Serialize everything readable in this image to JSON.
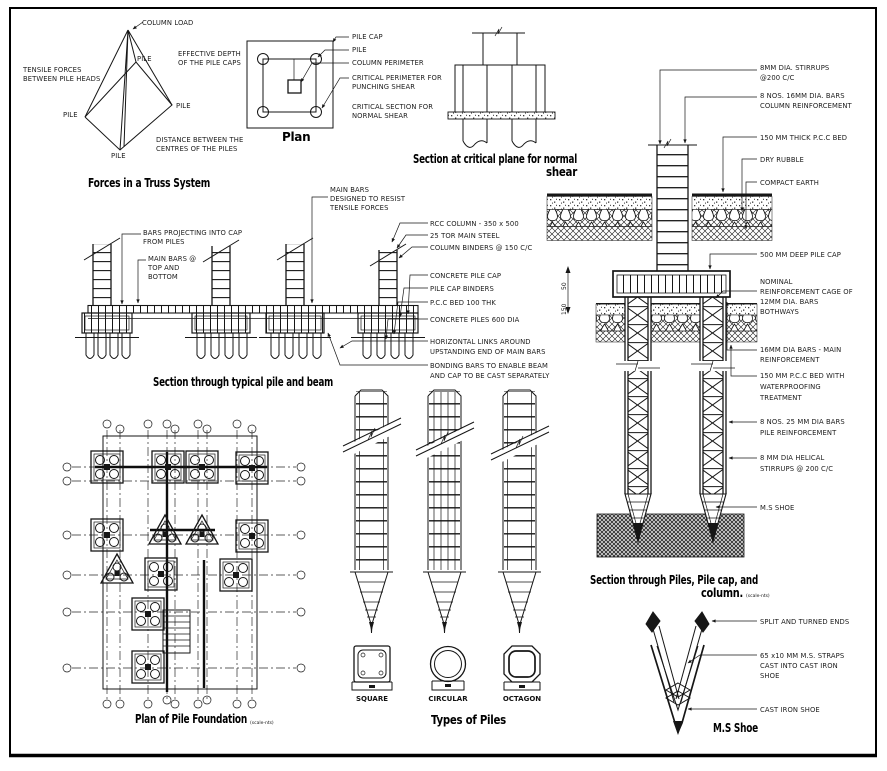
{
  "truss": {
    "column_load": "COLUMN LOAD",
    "tensile1": "TENSILE FORCES",
    "tensile2": "BETWEEN PILE HEADS",
    "pile": "PILE",
    "dist1": "DISTANCE BETWEEN THE",
    "dist2": "CENTRES OF THE PILES",
    "title": "Forces in a Truss System"
  },
  "plan": {
    "eff1": "EFFECTIVE DEPTH",
    "eff2": "OF THE PILE CAPS",
    "pile_cap": "PILE CAP",
    "pile": "PILE",
    "column_perimeter": "COLUMN PERIMETER",
    "crit_perim1": "CRITICAL PERIMETER FOR",
    "crit_perim2": "PUNCHING SHEAR",
    "crit_sec1": "CRITICAL SECTION FOR",
    "crit_sec2": "NORMAL SHEAR",
    "title": "Plan"
  },
  "critical_section": {
    "title1": "Section at critical plane for normal",
    "title2": "shear"
  },
  "beam_section": {
    "bars_proj1": "BARS PROJECTING INTO CAP",
    "bars_proj2": "FROM PILES",
    "main_bars1": "MAIN BARS @",
    "main_bars2": "TOP AND",
    "main_bars3": "BOTTOM",
    "designed1": "MAIN BARS",
    "designed2": "DESIGNED TO RESIST",
    "designed3": "TENSILE FORCES",
    "rcc": "RCC COLUMN - 350 x 500",
    "tor": "25 TOR MAIN STEEL",
    "binders": "COLUMN BINDERS @ 150 C/C",
    "cap": "CONCRETE PILE CAP",
    "cap_binders": "PILE CAP BINDERS",
    "pcc": "P.C.C BED 100 THK",
    "piles": "CONCRETE PILES 600 DIA",
    "links1": "HORIZONTAL LINKS AROUND",
    "links2": "UPSTANDING END OF MAIN BARS",
    "bonding1": "BONDING BARS TO ENABLE BEAM",
    "bonding2": "AND CAP TO BE CAST SEPARATELY",
    "title": "Section through typical pile and beam"
  },
  "pile_section": {
    "stirrups1": "8MM DIA. STIRRUPS",
    "stirrups2": "@200 C/C",
    "colbars1": "8 NOS. 16MM DIA. BARS",
    "colbars2": "COLUMN REINFORCEMENT",
    "pccbed": "150 MM THICK P.C.C BED",
    "rubble": "DRY RUBBLE",
    "earth": "COMPACT EARTH",
    "cap500": "500 MM DEEP PILE CAP",
    "cage1": "NOMINAL",
    "cage2": "REINFORCEMENT CAGE OF",
    "cage3": "12MM DIA. BARS",
    "cage4": "BOTHWAYS",
    "mainbars1": "16MM DIA BARS - MAIN",
    "mainbars2": "REINFORCEMENT",
    "wp1": "150 MM P.C.C BED WITH",
    "wp2": "WATERPROOFING",
    "wp3": "TREATMENT",
    "pilebars1": "8 NOS. 25 MM DIA BARS",
    "pilebars2": "PILE REINFORCEMENT",
    "helical1": "8 MM DIA HELICAL",
    "helical2": "STIRRUPS @ 200 C/C",
    "shoe": "M.S SHOE",
    "dim_top": "50",
    "dim_bot": "150",
    "title1": "Section through Piles, Pile cap, and",
    "title2": "column.",
    "title2_suffix": "(scale-nts)"
  },
  "shoe_detail": {
    "split": "SPLIT AND TURNED ENDS",
    "straps1": "65 x10 MM M.S. STRAPS",
    "straps2": "CAST INTO CAST IRON",
    "straps3": "SHOE",
    "cast": "CAST IRON SHOE",
    "title": "M.S Shoe"
  },
  "pile_types": {
    "square": "SQUARE",
    "circular": "CIRCULAR",
    "octagon": "OCTAGON",
    "title": "Types of Piles"
  },
  "foundation_plan": {
    "title": "Plan of Pile Foundation",
    "title_suffix": "(scale-nts)"
  }
}
